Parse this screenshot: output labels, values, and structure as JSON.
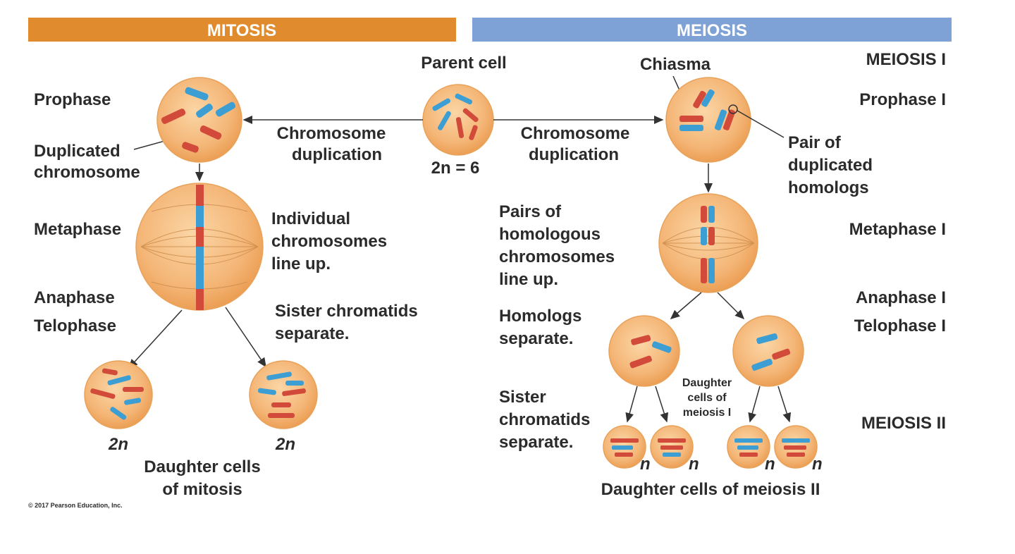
{
  "headers": {
    "mitosis": "MITOSIS",
    "meiosis": "MEIOSIS"
  },
  "colors": {
    "mitosis_bar": "#e08c2e",
    "meiosis_bar": "#7fa2d6",
    "red": "#d24a3a",
    "blue": "#3c9ed3",
    "cell_fill": "#f4b677"
  },
  "center": {
    "parent_cell": "Parent cell",
    "ploidy": "2n = 6"
  },
  "mitosis": {
    "prophase": "Prophase",
    "duplicated_1": "Duplicated",
    "duplicated_2": "chromosome",
    "dup_1": "Chromosome",
    "dup_2": "duplication",
    "metaphase": "Metaphase",
    "line_1": "Individual",
    "line_2": "chromosomes",
    "line_3": "line up.",
    "anaphase": "Anaphase",
    "telophase": "Telophase",
    "sister_1": "Sister chromatids",
    "sister_2": "separate.",
    "ploidy_left": "2n",
    "ploidy_right": "2n",
    "daughter_1": "Daughter cells",
    "daughter_2": "of mitosis"
  },
  "meiosis": {
    "chiasma": "Chiasma",
    "meiosis_i": "MEIOSIS I",
    "prophase_i": "Prophase I",
    "dup_1": "Chromosome",
    "dup_2": "duplication",
    "pair_1": "Pair of",
    "pair_2": "duplicated",
    "pair_3": "homologs",
    "pairs_1": "Pairs of",
    "pairs_2": "homologous",
    "pairs_3": "chromosomes",
    "pairs_4": "line up.",
    "metaphase_i": "Metaphase I",
    "anaphase_i": "Anaphase I",
    "telophase_i": "Telophase I",
    "homologs_1": "Homologs",
    "homologs_2": "separate.",
    "d1_1": "Daughter",
    "d1_2": "cells of",
    "d1_3": "meiosis I",
    "sister_1": "Sister",
    "sister_2": "chromatids",
    "sister_3": "separate.",
    "meiosis_ii": "MEIOSIS II",
    "n_1": "n",
    "n_2": "n",
    "n_3": "n",
    "n_4": "n",
    "daughter_ii": "Daughter cells of meiosis II"
  },
  "copyright": "© 2017 Pearson Education, Inc."
}
